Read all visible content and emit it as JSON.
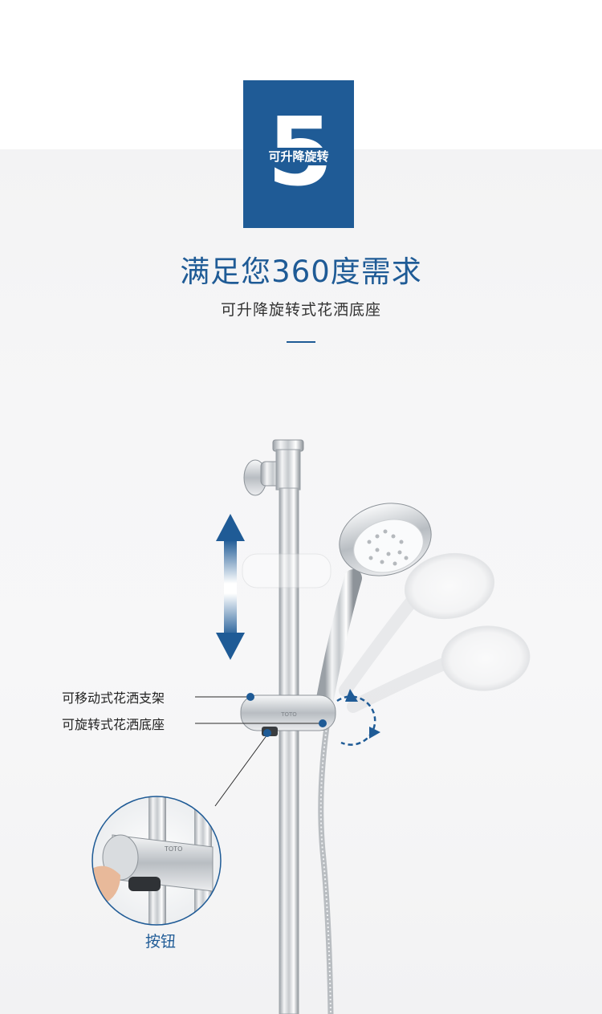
{
  "badge": {
    "number": "5",
    "label": "可升降旋转",
    "color": "#1f5b96"
  },
  "heading": {
    "title": "满足您360度需求",
    "subtitle": "可升降旋转式花洒底座"
  },
  "callouts": {
    "movable_bracket": "可移动式花洒支架",
    "rotating_base": "可旋转式花洒底座",
    "button": "按钮"
  },
  "brand": {
    "logo_text": "TOTO"
  },
  "colors": {
    "accent": "#1f5b96",
    "text": "#333333"
  },
  "icons": [
    "up-down-arrow-icon",
    "rotate-arrow-icon"
  ]
}
